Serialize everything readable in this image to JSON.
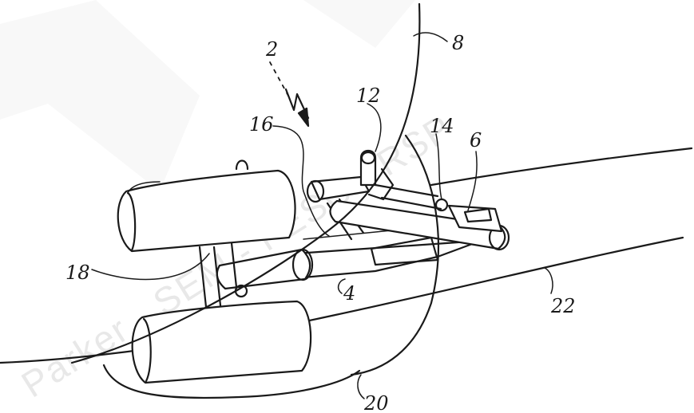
{
  "figure": {
    "reference_numerals": {
      "aircraft": "2",
      "main_leg": "4",
      "bogie_beam": "6",
      "boundary": "8",
      "pivot": "12",
      "actuator": "14",
      "link": "16",
      "axle": "18",
      "bay": "20",
      "fuselage": "22"
    },
    "watermark": {
      "text": "Parker - SEM - FESC - RSP"
    }
  }
}
